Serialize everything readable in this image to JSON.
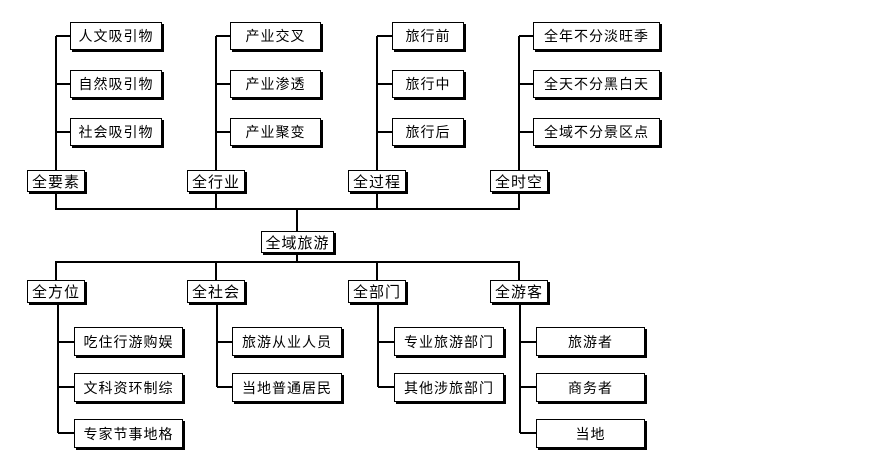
{
  "center": "全域旅游",
  "top_groups": [
    {
      "label": "全要素",
      "items": [
        "人文吸引物",
        "自然吸引物",
        "社会吸引物"
      ]
    },
    {
      "label": "全行业",
      "items": [
        "产业交叉",
        "产业渗透",
        "产业聚变"
      ]
    },
    {
      "label": "全过程",
      "items": [
        "旅行前",
        "旅行中",
        "旅行后"
      ]
    },
    {
      "label": "全时空",
      "items": [
        "全年不分淡旺季",
        "全天不分黑白天",
        "全域不分景区点"
      ]
    }
  ],
  "bottom_groups": [
    {
      "label": "全方位",
      "items": [
        "吃住行游购娱",
        "文科资环制综",
        "专家节事地格"
      ]
    },
    {
      "label": "全社会",
      "items": [
        "旅游从业人员",
        "当地普通居民"
      ]
    },
    {
      "label": "全部门",
      "items": [
        "专业旅游部门",
        "其他涉旅部门"
      ]
    },
    {
      "label": "全游客",
      "items": [
        "旅游者",
        "商务者",
        "当地"
      ]
    }
  ]
}
